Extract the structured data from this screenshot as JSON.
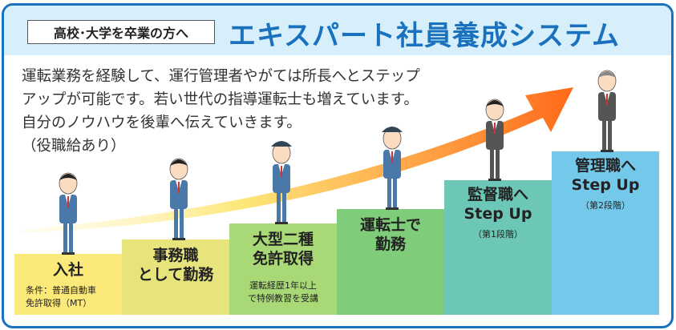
{
  "header": {
    "tag": "高校･大学を卒業の方へ",
    "title": "エキスパート社員養成システム"
  },
  "intro": {
    "lines": [
      "運転業務を経験して、運行管理者やがては所長へとステップ",
      "アップが可能です。若い世代の指導運転士も増えています。",
      "自分のノウハウを後輩へ伝えていきます。",
      "（役職給あり）"
    ]
  },
  "steps": [
    {
      "lines": [
        "入社"
      ],
      "sub": [
        "条件：普通自動車",
        "免許取得（MT）"
      ],
      "color": "#fbe97a"
    },
    {
      "lines": [
        "事務職",
        "として勤務"
      ],
      "sub": [],
      "color": "#e6e47a"
    },
    {
      "lines": [
        "大型二種",
        "免許取得"
      ],
      "sub": [
        "運転経歴1年以上",
        "で特例教習を受講"
      ],
      "color": "#a9d877"
    },
    {
      "lines": [
        "運転士で",
        "勤務"
      ],
      "sub": [],
      "color": "#7fcc7b"
    },
    {
      "lines": [
        "監督職へ",
        "Step Up"
      ],
      "sub": [
        "（第1段階）"
      ],
      "color": "#6cc7b6"
    },
    {
      "lines": [
        "管理職へ",
        "Step Up"
      ],
      "sub": [
        "（第2段階）"
      ],
      "color": "#74c9ea"
    }
  ],
  "colors": {
    "border": "#1a72bf",
    "header_bg": "#d6effa",
    "arrow_start": "#fdf08a",
    "arrow_end": "#ff6a1a"
  }
}
